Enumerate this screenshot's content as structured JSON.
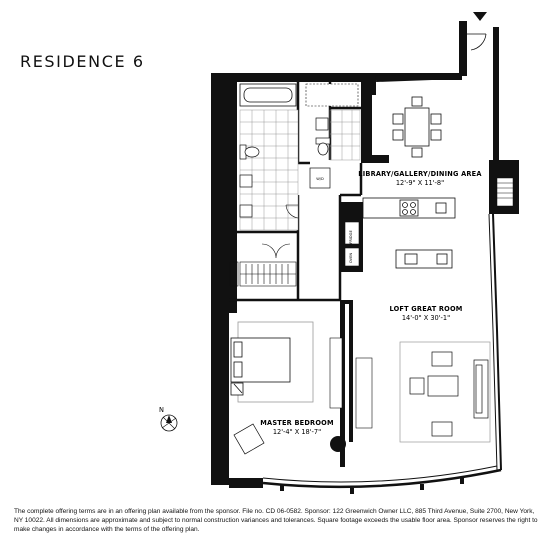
{
  "title": "RESIDENCE 6",
  "rooms": {
    "library": {
      "name": "LIBRARY/GALLERY/DINING AREA",
      "dims": "12'-9\" X 11'-8\""
    },
    "great_room": {
      "name": "LOFT GREAT ROOM",
      "dims": "14'-0\" X 30'-1\""
    },
    "bedroom": {
      "name": "MASTER BEDROOM",
      "dims": "12'-4\" X 18'-7\""
    }
  },
  "fixture_labels": {
    "washer": "W/D",
    "fridge": "FRIDGE",
    "oven": "OVEN"
  },
  "north_label": "N",
  "disclaimer": "The complete offering terms are in an offering plan available from the sponsor. File no. CD 06-0582. Sponsor: 122 Greenwich Owner LLC, 885 Third Avenue, Suite 2700, New York, NY 10022. All dimensions are approximate and subject to normal construction variances and tolerances. Square footage exceeds the usable floor area. Sponsor reserves the right to make changes in accordance with the terms of the offering plan."
}
